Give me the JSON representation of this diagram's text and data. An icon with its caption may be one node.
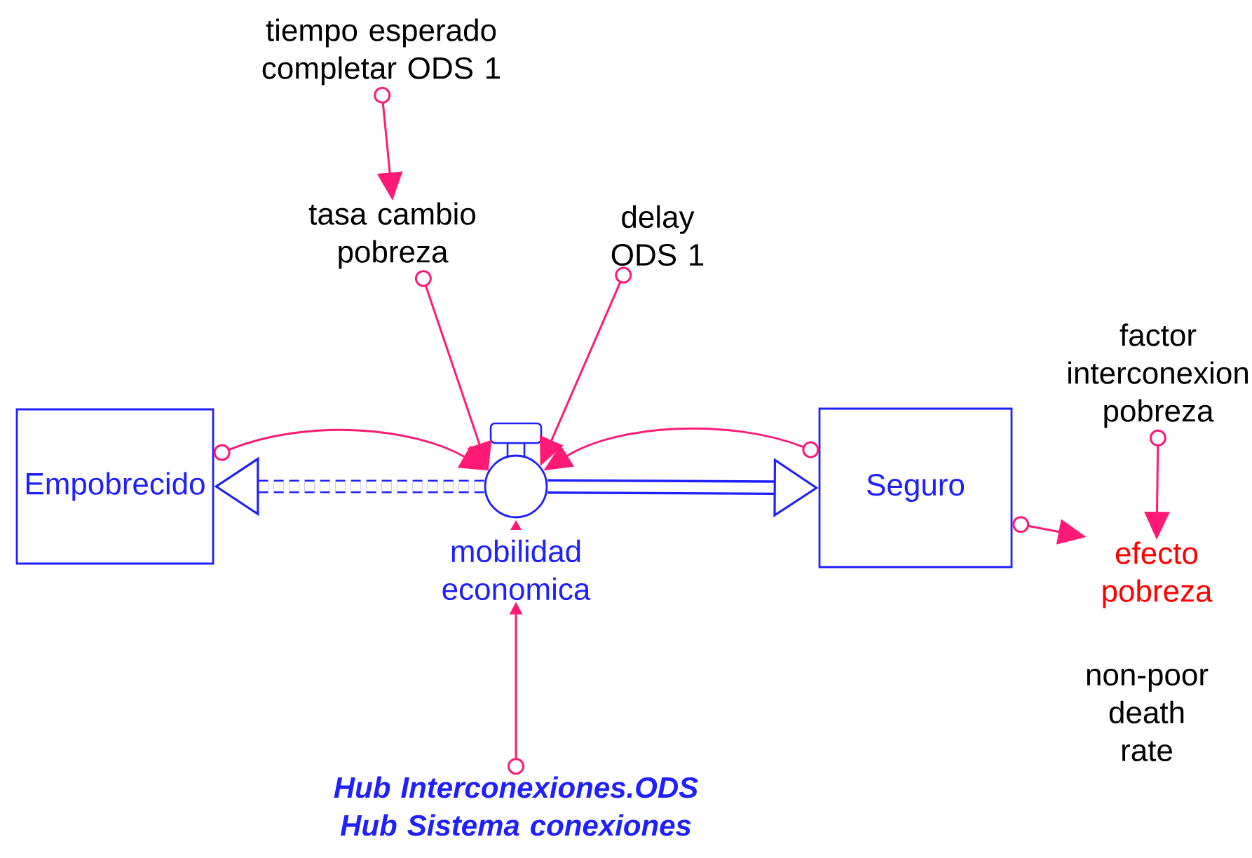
{
  "diagram": {
    "nodes": [
      {
        "text": [
          "Empobrecido"
        ]
      },
      {
        "text": [
          "Seguro"
        ]
      },
      {
        "text": [
          "mobilidad economica"
        ]
      },
      {
        "text": [
          "tiempo esperado completar ODS 1"
        ]
      },
      {
        "text": [
          "tasa cambio pobreza"
        ]
      },
      {
        "text": [
          "delay ODS 1"
        ]
      },
      {
        "text": [
          "factor interconexion pobreza"
        ]
      },
      {
        "text": [
          "efecto pobreza"
        ]
      },
      {
        "text": [
          "Hub Interconexiones.ODS Hub Sistema conexiones"
        ]
      }
    ],
    "edges": [
      {
        "from": 2,
        "to": 1,
        "arrow": "to",
        "style": "thick",
        "color": "#2020ff"
      },
      {
        "from": 2,
        "to": 0,
        "arrow": "to",
        "style": "dashed",
        "color": "#2020ff"
      },
      {
        "from": 0,
        "to": 2,
        "arrow": "to"
      },
      {
        "from": 1,
        "to": 2,
        "arrow": "to"
      },
      {
        "from": 3,
        "to": 4,
        "arrow": "to"
      },
      {
        "from": 4,
        "to": 2,
        "arrow": "to"
      },
      {
        "from": 5,
        "to": 2,
        "arrow": "to"
      },
      {
        "from": 8,
        "to": 2,
        "arrow": "to"
      },
      {
        "from": 6,
        "to": 7,
        "arrow": "to"
      },
      {
        "from": 1,
        "to": 7,
        "arrow": "to"
      }
    ],
    "labels": [
      "non-poor death rate"
    ]
  }
}
